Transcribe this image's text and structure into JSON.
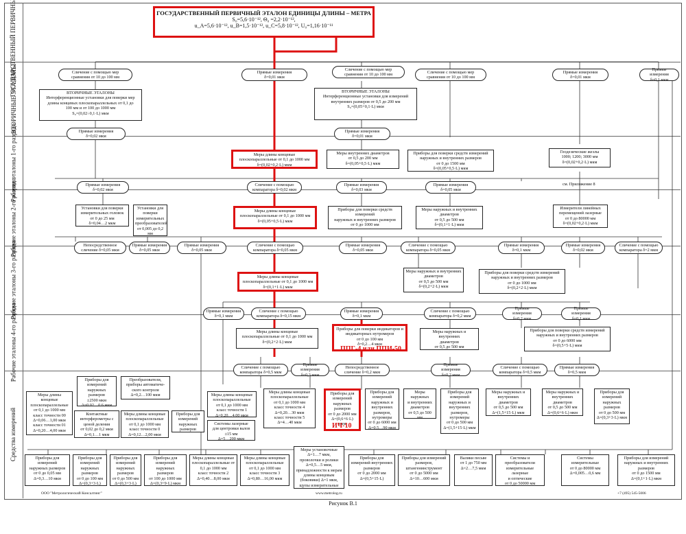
{
  "title": {
    "line1": "ГОСУДАРСТВЕННЫЙ ПЕРВИЧНЫЙ ЭТАЛОН ЕДИНИЦЫ ДЛИНЫ – МЕТРА",
    "line2": "S₀=5,6·10⁻¹², Θ₀ =2,2·10⁻¹²,",
    "line3": "u_A=5,6·10⁻¹², u_B=1,5·10⁻¹², u_C=5,8·10⁻¹², U₀=1,16·10⁻¹¹"
  },
  "rows": {
    "r0": "ГОСУДАРСТВЕННЫЙ\nПЕРВИЧНЫЙ ЭТАЛОН",
    "r1": "ВТОРИЧНЫЕ\nЭТАЛОНЫ",
    "r2": "Рабочие эталоны\n1-го разряда",
    "r3": "Рабочие эталоны\n2-го разряда",
    "r4": "Рабочие эталоны\n3-го разряда",
    "r5": "Рабочие эталоны\n4-го разряда",
    "r6": "Средства измерений"
  },
  "nodes": {
    "o_cmp1": "Сличение с помощью мер\nсравнения от 10 до 100 мм",
    "o_pm1": "Прямые измерения\nδ=0,01 мкм",
    "o_cmp2": "Сличение с помощью мер\nсравнения от 10 до 100 мм",
    "o_cmp3": "Сличение с помощью мер\nсравнения от 10 до 100 мм",
    "o_pm2": "Прямые измерения\nδ=0,01 мкм",
    "o_pm3": "Прямые измерения\nδ=0,1 мкм",
    "sec1": "ВТОРИЧНЫЕ ЭТАЛОНЫ\nИнтерференционные установки для поверки мер\nдлины концевых плоскопараллельных от 0,1 до\n100 мм и от 100 до 1000 мм\nS₀=(0,02÷0,1·L) мкм",
    "sec2": "ВТОРИЧНЫЕ ЭТАЛОНЫ\nИнтерференционные установки для измерений\nвнутренних размеров от 0,5 до 200 мм\nS₀=(0,05+0,1·L) мкм",
    "o_pm4": "Прямые измерения\nδ=0,02 мкм",
    "o_pm5": "Прямые измерения\nδ=0,01 мкм",
    "r1_mk": "Меры длины концевые\nплоскопараллельные от 0,1 до 1000 мм\nδ=(0,02+0,2·L) мкм",
    "r1_inner": "Меры внутренних диаметров\nот 0,5 до 200 мм\nδ=(0,05+0,5·L) мкм",
    "r1_tools": "Приборы для поверки средств измерений\nнаружных и внутренних размеров\nот 0 до 1500 мм\nδ=(0,05+0,5·L) мкм",
    "r1_geo": "Геодезические жезлы\n1000; 1200; 3000 мм\nδ=(0,02+0,2·L) мкм",
    "see8": "см. Приложение 8",
    "o_pm6": "Прямые измерения\nδ=0,02 мкм",
    "o_cmp4": "Сличение с помощью\nкомпаратора δ=0,02 мкм",
    "o_pm7": "Прямые измерения\nδ=0,03 мкм",
    "o_pm8": "Прямые измерения\nδ=0,05 мкм",
    "r2_heads": "Установки для поверки\nизмерительных головок\nот 0 до 25 мм\nδ=0,04…2 мкм",
    "r2_trans": "Установки для\nповерки\nизмерительных\nпреобразователей\nот 0,005 до 0,2 мм\nδ=0,05…2 мкм",
    "r2_mk": "Меры длины концевые\nплоскопараллельные от 0,1 до 1000 мм\nδ=(0,05+0,5·L) мкм",
    "r2_tools": "Приборы для поверки средств измерений\nнаружных и внутренних размеров\nот 0 до 1000 мм\nδ=(0,1+1·L) мкм",
    "r2_outer": "Меры наружных и внутренних\nдиаметров\nот 0,5 до 500 мм\nδ=(0,1+1·L) мкм",
    "r2_meas": "Измерители линейных\nперемещений лазерные\nот 0 до 80000 мм\nδ=(0,02+0,2·L) мкм",
    "o_direct1": "Непосредственное\nсличение δ=0,05 мкм",
    "o_pm9": "Прямые измерения\nδ=0,05 мкм",
    "o_pm10": "Прямые измерения\nδ=0,05 мкм",
    "o_cmp5": "Сличение с помощью\nкомпаратора δ=0,05 мкм",
    "o_pm11": "Прямые измерения\nδ=0,05 мкм",
    "o_cmp6": "Сличение с помощью\nкомпаратора δ=0,05 мкм",
    "o_pm12": "Прямые измерения\nδ=0,1 мкм",
    "o_pm13": "Прямые измерения\nδ=0,02 мкм",
    "o_cmp7": "Сличение с помощью\nкомпаратора δ=2 мкм",
    "r3_mk": "Меры длины концевые\nплоскопараллельные от 0,1 до 1000 мм\nδ=(0,1+1·L) мкм",
    "r3_outer": "Меры наружных и внутренних\nдиаметров\nот 0,5 до 500 мм\nδ=(0,2+2·L) мкм",
    "r3_tools": "Приборы для поверки средств измерений\nнаружных и внутренних размеров\nот 0 до 1000 мм\nδ=(0,2+2·L) мкм",
    "o_pm14": "Прямые измерения\nδ=0,1 мкм",
    "o_cmp8": "Сличение с помощью\nкомпаратора δ=0,15 мкм",
    "o_pm15": "Прямые измерения\nδ=0,1 мкм",
    "o_cmp9": "Сличение с помощью\nкомпаратора δ=0,2 мкм",
    "o_pm16": "Прямые измерения\nδ=0,2 мкм",
    "o_pm17": "Прямые измерения\nδ=0,1 мкм",
    "r4_mk": "Меры длины концевые\nплоскопараллельные от 0,1 до 1000 мм\nδ=(0,2+2·L) мкм",
    "r4_ind": "Приборы для поверки индикаторов и\nиндикаторных нутромеров\nот 0 до 100 мм\nδ=0,2…4 мкм",
    "ppg": "ППГ-4 или ППИ-50",
    "r4_outer": "Меры наружных и внутренних\nдиаметров\nот 0,5 до 500 мм\nδ=(0,5+5·L) мкм",
    "r4_tools": "Приборы для поверки средств измерений\nнаружных и внутренних размеров\nот 0 до 6000 мм\nδ=(0,5+5·L) мкм",
    "o_cmp10": "Сличение с помощью\nкомпаратора δ=0,5 мкм",
    "o_pm18": "Прямые измерения\nδ=0,3 мкм",
    "o_direct2": "Непосредственное\nсличение δ=0,2 мкм",
    "o_pm19": "Прямые измерения\nδ=0,2 мкм",
    "o_cmp11": "Сличение с помощью\nкомпаратора δ=0,5 мкм",
    "o_pm20": "Прямые измерения\nδ=0,5 мкм",
    "s_mk1": "Меры длины\nконцевые\nплоскопараллельные\nот 0,1 до 1000 мм\nкласс точности 00\nΔ=0,06…1,00 мкм\nкласс точности 01\nΔ=0,20…4,00 мкм",
    "s_ruler": "Приборы для\nизмерений\nнаружных\nразмеров\n±2500 мкм\nΔ=0,02…0,6 мкм",
    "s_contact": "Контактные\nинтерферометры с\nценой деления\nот 0,02 до 0,2 мкм\nΔ=0,1…1 мкм",
    "s_conv": "Преобразователи,\nприборы автоматиче-\nского контроля\nΔ=0,2…100 мкм",
    "s_mk2": "Меры длины концевые\nплоскопараллельные\nот 0,1 до 1000 мм\nкласс точности 0\nΔ=0,12…2,00 мкм",
    "s_ext": "Приборы для\nизмерений\nнаружных размеров\n±1000 мкм\nΔ=0,4…6 мкм",
    "s_mk3": "Меры длины концевые\nплоскопараллельные\nот 0,1 до 1000 мм\nкласс точности 1\nΔ=0,20…4,00 мкм",
    "s_laser": "Системы лазерные\nдля центровки валов\n±15 мм\nΔ=5…200 мкм",
    "s_mk4": "Меры длины концевые\nплоскопараллельные\nот 0,1 до 1000 мм\nкласс точности 4\nΔ=0,20…30 мкм\nкласс точности 5\nΔ=4…40 мкм",
    "s_pr1": "Приборы для\nизмерений\nнаружных\nразмеров\nот 0 до 2000 мм\nΔ=(0,6+6·L) мкм",
    "ich": "ИЧ-10",
    "s_pr2": "Приборы для\nизмерений\nнаружных и\nвнутренних\nразмеров,\nнутромеры\nот 0 до 6000 мм\nΔ=0,5…90 мкм",
    "s_pr3": "Меры наружных\nи внутренних\nдиаметров\nот 0,5 до 500 мм\nΔ=(0,3+3·L) мкм",
    "s_pr4": "Приборы для\nизмерений\nнаружных и\nвнутренних\nразмеров,\nнутромеры\nот 0 до 500 мм\nΔ=(1,5+15·L) мкм",
    "s_pr5": "Меры наружных и\nвнутренних\nдиаметров\nот 0,5 до 500 мм\nΔ=(1,5+15·L) мкм",
    "s_pr6": "Меры наружных и\nвнутренних\nдиаметров\nот 0,5 до 500 мм\nΔ=(0,6+6·L) мкм",
    "s_pr7": "Приборы для\nизмерений\nнаружных\nразмеров\nот 0 до 500 мм\nΔ=(0,3+3·L) мкм",
    "b1": "Приборы для\nизмерений\nнаружных размеров\nот 0 до 0,05 мм\nΔ=0,3…10 мкм",
    "b2": "Приборы для\nизмерений\nнаружных\nразмеров\nот 0 до 100 мм\nΔ=(0,3+3·L) мкм",
    "b3": "Приборы для\nизмерений\nнаружных\nразмеров\nот 0 до 500 мм\nΔ=(0,3+3·L) мкм",
    "b4": "Приборы для измерений наружных\nразмеров\nот 100 до 1000 мм\nΔ=(0,3+9·L) мкм",
    "b5": "Меры длины концевые\nплоскопараллельные от\n0,1 до 1000 мм\nкласс точности 2\nΔ=0,40…8,00 мкм",
    "b6": "Меры длины концевые\nплоскопараллельные\nот 0,1 до 1000 мм\nкласс точности 3\nΔ=0,80…16,00 мкм",
    "b7": "Меры установочные\nΔ=1…7 мкм,\nпроволочки и ролики\nΔ=0,5…5 мкм,\nпринадлежности к мерам\nдлины концевым\n(боковики) Δ=1 мкм,\nщупы измерительные\nΔ=1…16 мкм",
    "b8": "Приборы для\nизмерений внутренних\nразмеров\nот 0 до 2000 мм\nΔ=(0,5+15·L)",
    "b9": "Приборы для измерений\nразмеров, штангенинструмент\nот 0 до 5000 мм\nΔ=10…600 мкм",
    "b10": "Валики песьве\nот 1 до 750 мм\nΔ=2…7,5 мкм",
    "b11": "Системы и\nпреобразователи\nизмерительные лазерные\nи оптические\nот 0 до 50000 мм\nΔ=0,001…1 мм",
    "b12": "Системы измерительные\nот 0 до 80000 мм\nΔ=0,005…0,6 мм",
    "b13": "Приборы для измерений\nнаружных и внутренних\nразмеров\nот 0 до 1500 мм\nΔ=(0,1+1·L) мкм"
  },
  "footer": {
    "org": "ООО \"Метрологический Консалтинг\"",
    "site": "www.metrolog.ru",
    "phone": "+7 (495) 545-5006",
    "caption": "Рисунок В.1"
  }
}
